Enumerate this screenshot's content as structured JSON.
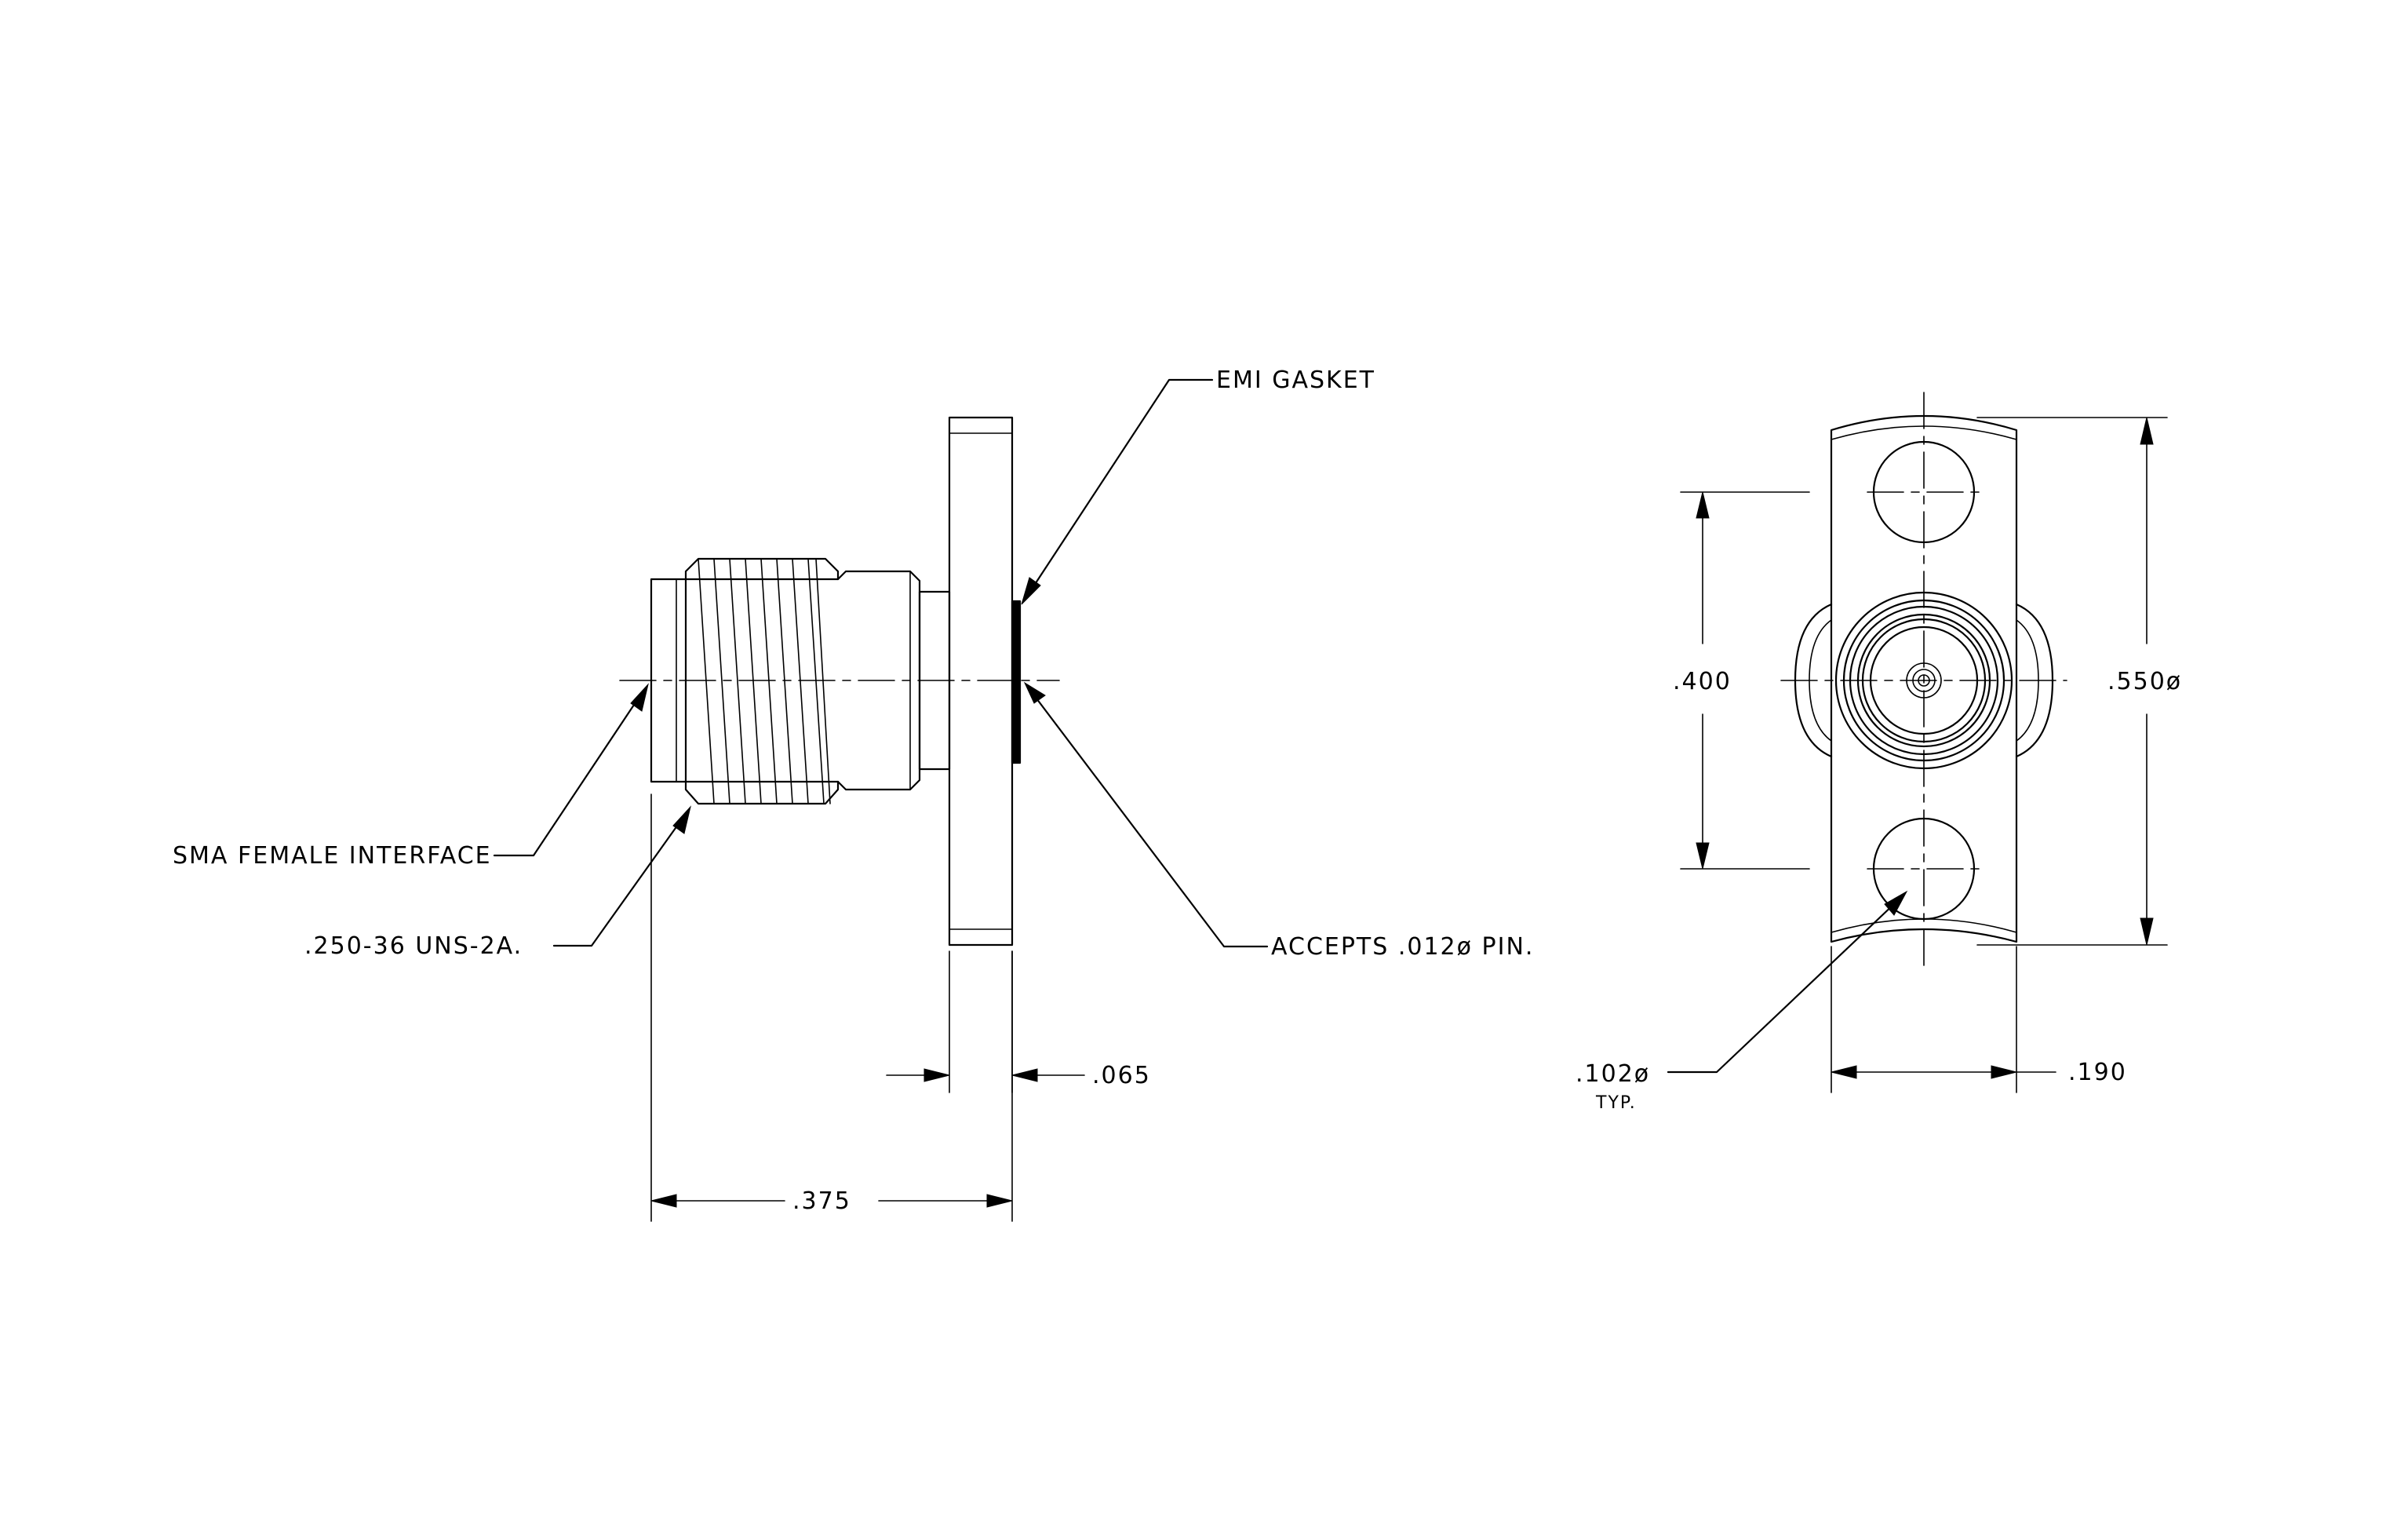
{
  "labels": {
    "emi_gasket": "EMI GASKET",
    "sma_female_interface": "SMA FEMALE INTERFACE",
    "thread_spec": ".250-36 UNS-2A.",
    "accepts_pin": "ACCEPTS .012ø PIN.",
    "flange_thickness": ".065",
    "overall_length": ".375",
    "hole_spacing": ".400",
    "flange_diameter": ".550ø",
    "hole_diameter": ".102ø",
    "hole_diameter_note": "TYP.",
    "flange_width": ".190"
  },
  "colors": {
    "line": "#000000",
    "background": "#ffffff"
  }
}
